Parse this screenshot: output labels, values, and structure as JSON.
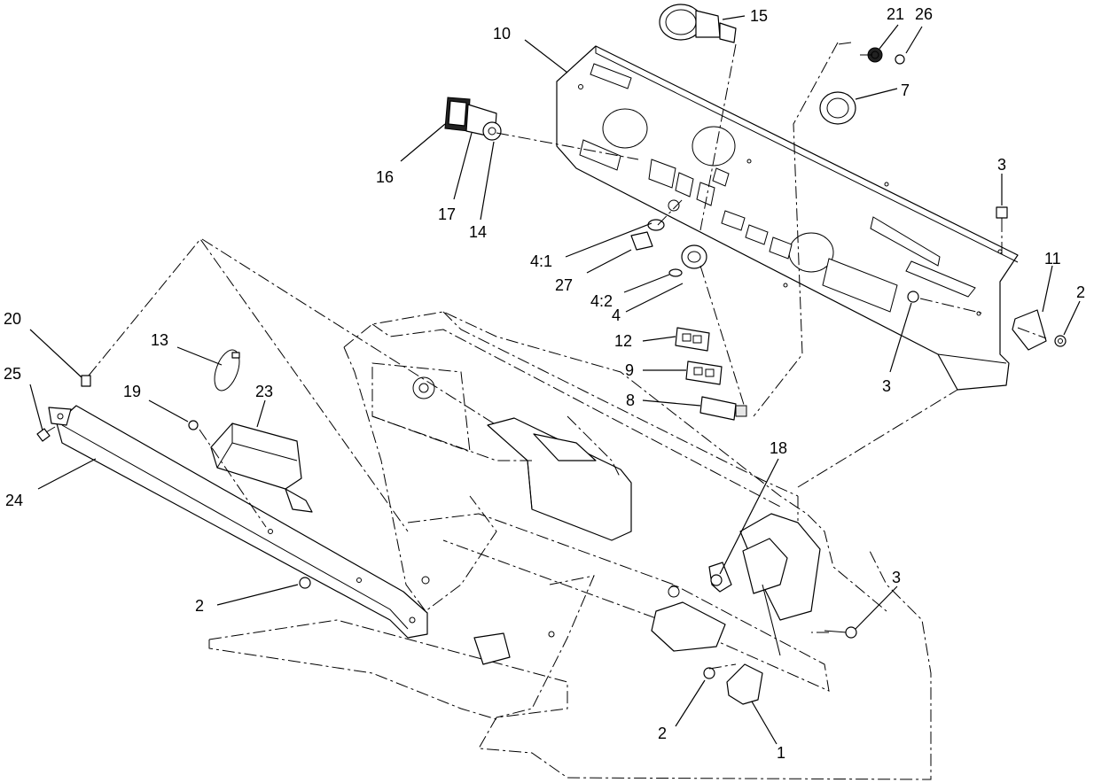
{
  "callouts": [
    {
      "id": "c15",
      "label": "15"
    },
    {
      "id": "c10",
      "label": "10"
    },
    {
      "id": "c21",
      "label": "21"
    },
    {
      "id": "c26",
      "label": "26"
    },
    {
      "id": "c7",
      "label": "7"
    },
    {
      "id": "c16",
      "label": "16"
    },
    {
      "id": "c17",
      "label": "17"
    },
    {
      "id": "c14",
      "label": "14"
    },
    {
      "id": "c3a",
      "label": "3"
    },
    {
      "id": "c41",
      "label": "4:1"
    },
    {
      "id": "c27",
      "label": "27"
    },
    {
      "id": "c42",
      "label": "4:2"
    },
    {
      "id": "c4",
      "label": "4"
    },
    {
      "id": "c11",
      "label": "11"
    },
    {
      "id": "c2a",
      "label": "2"
    },
    {
      "id": "c3b",
      "label": "3"
    },
    {
      "id": "c12",
      "label": "12"
    },
    {
      "id": "c9",
      "label": "9"
    },
    {
      "id": "c8",
      "label": "8"
    },
    {
      "id": "c20",
      "label": "20"
    },
    {
      "id": "c25",
      "label": "25"
    },
    {
      "id": "c13",
      "label": "13"
    },
    {
      "id": "c19",
      "label": "19"
    },
    {
      "id": "c23",
      "label": "23"
    },
    {
      "id": "c24",
      "label": "24"
    },
    {
      "id": "c18",
      "label": "18"
    },
    {
      "id": "c3c",
      "label": "3"
    },
    {
      "id": "c2b",
      "label": "2"
    },
    {
      "id": "c2c",
      "label": "2"
    },
    {
      "id": "c1",
      "label": "1"
    }
  ]
}
